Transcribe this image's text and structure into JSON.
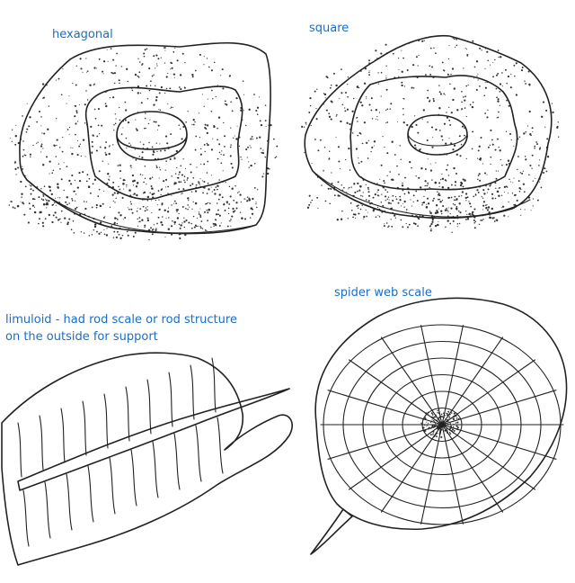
{
  "labels": {
    "hexagonal": "hexagonal",
    "square": "square",
    "limuloid_line1": "limuloid - had rod scale or rod structure",
    "limuloid_line2": "on the outside for support",
    "spider_web": "spider web scale"
  },
  "colors": {
    "label_text": "#1a6fc4",
    "ink": "#222222",
    "background": "#ffffff"
  }
}
